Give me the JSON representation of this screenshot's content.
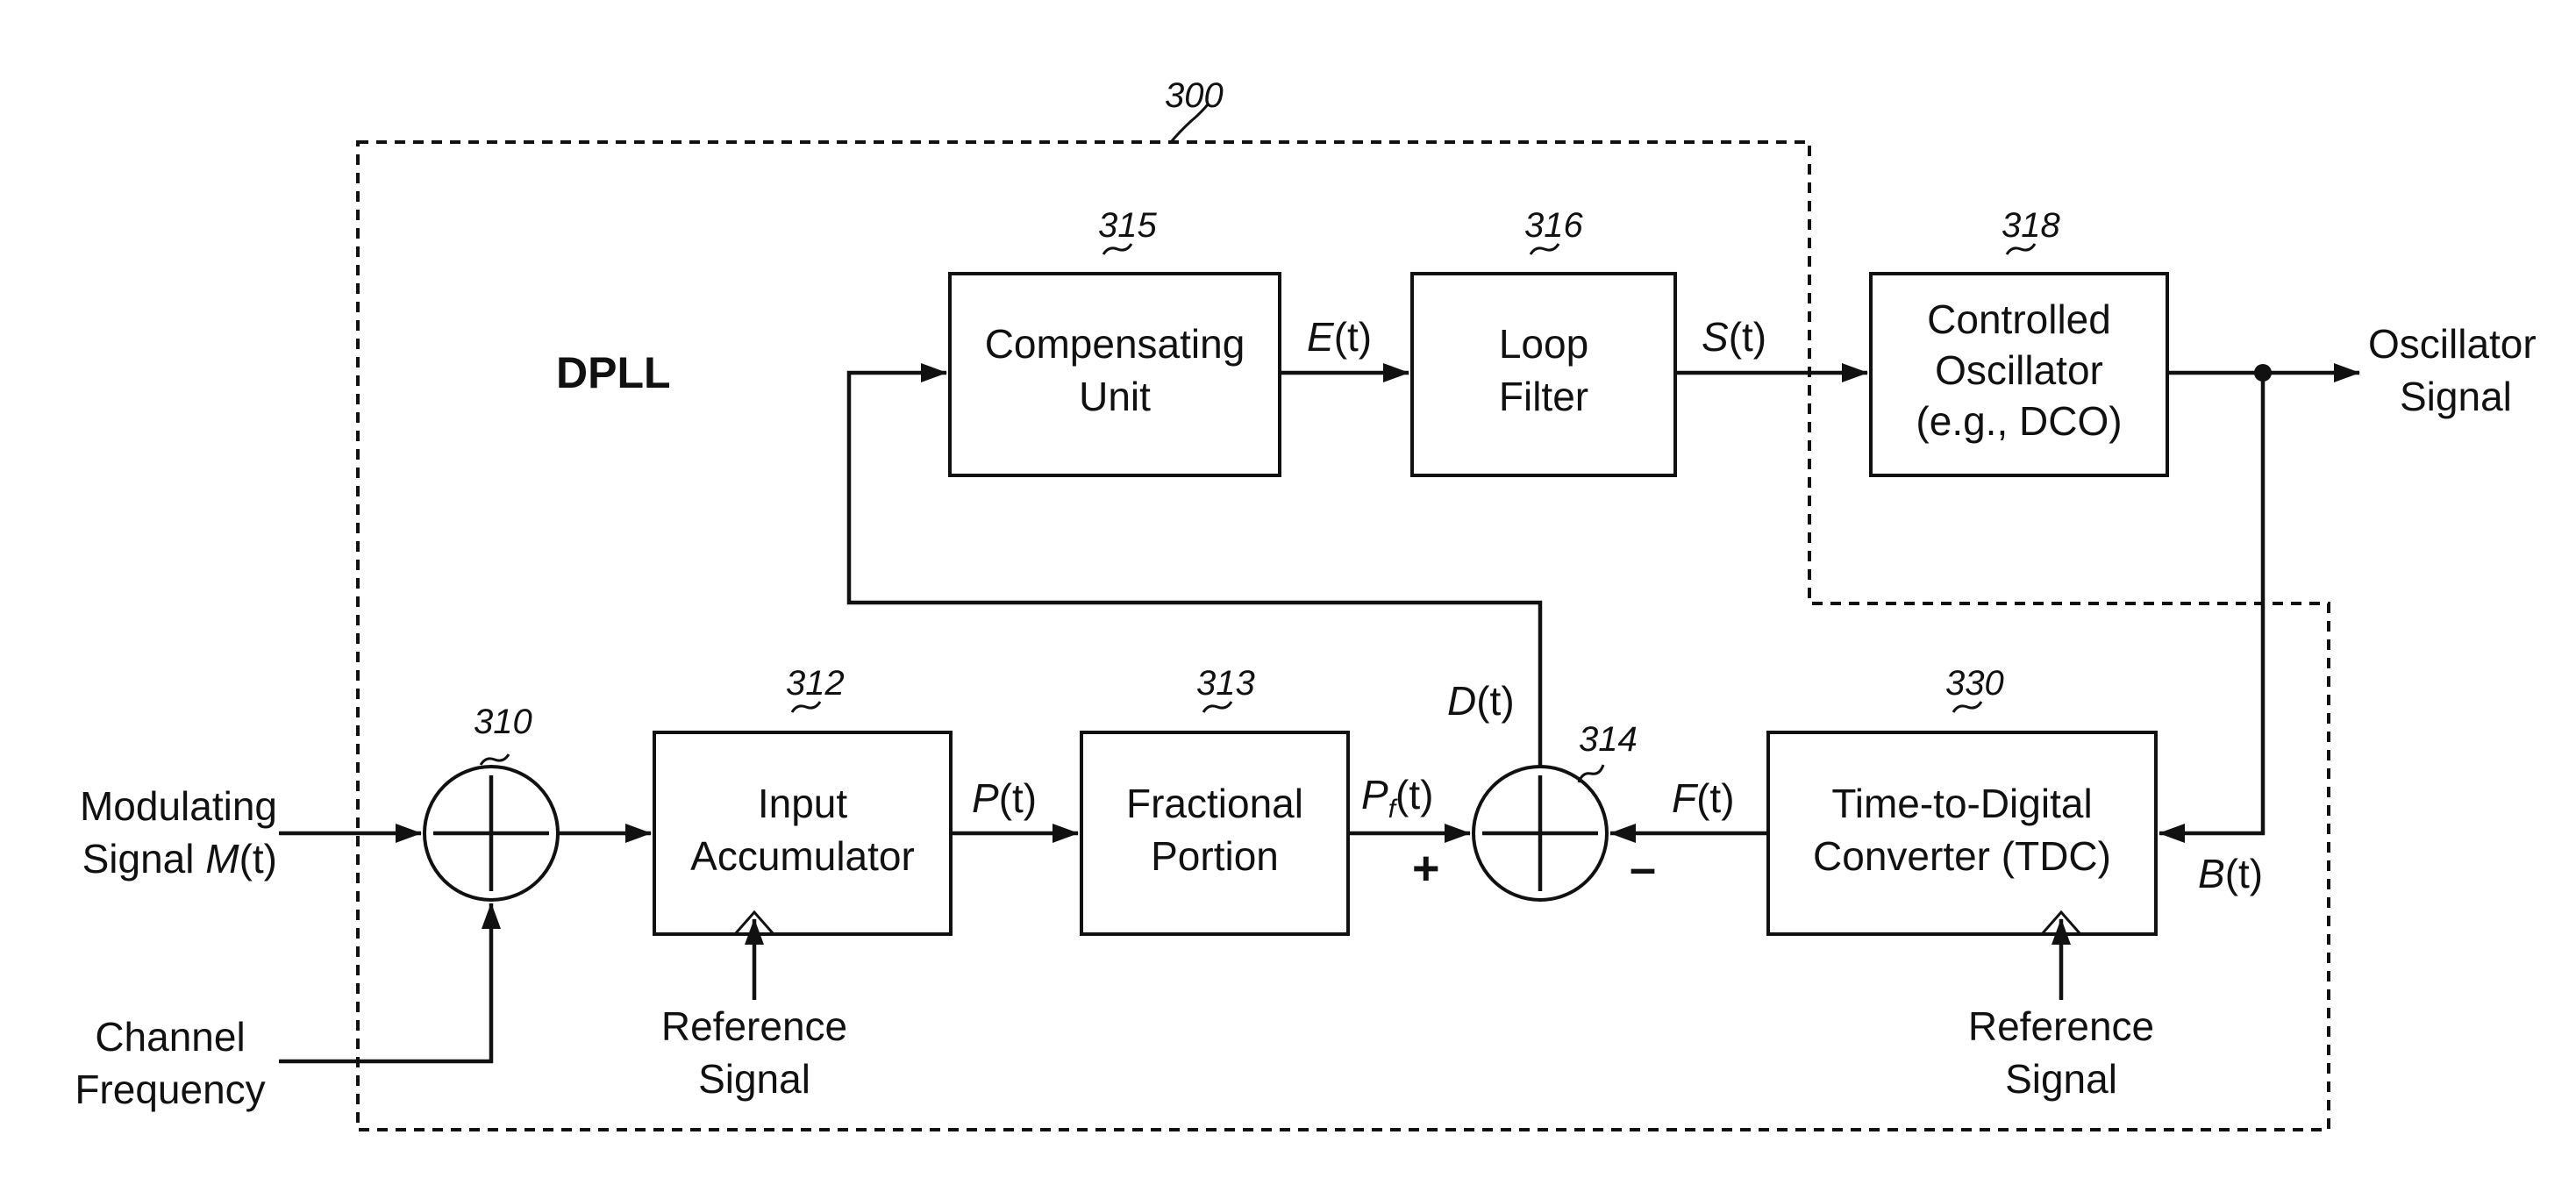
{
  "diagram": {
    "boundary_ref": "300",
    "boundary_title": "DPLL",
    "blocks": {
      "compensating": {
        "ref": "315",
        "lines": [
          "Compensating",
          "Unit"
        ]
      },
      "loop_filter": {
        "ref": "316",
        "lines": [
          "Loop",
          "Filter"
        ]
      },
      "oscillator": {
        "ref": "318",
        "lines": [
          "Controlled",
          "Oscillator",
          "(e.g., DCO)"
        ]
      },
      "input_acc": {
        "ref": "312",
        "lines": [
          "Input",
          "Accumulator"
        ]
      },
      "fractional": {
        "ref": "313",
        "lines": [
          "Fractional",
          "Portion"
        ]
      },
      "tdc": {
        "ref": "330",
        "lines": [
          "Time-to-Digital",
          "Converter (TDC)"
        ]
      }
    },
    "adders": {
      "left": {
        "ref": "310"
      },
      "right": {
        "ref": "314",
        "plus": "+",
        "minus": "–"
      }
    },
    "signals": {
      "e": {
        "name": "E",
        "arg": "(t)"
      },
      "s": {
        "name": "S",
        "arg": "(t)"
      },
      "p": {
        "name": "P",
        "arg": "(t)"
      },
      "pf": {
        "name": "P",
        "sub": "f",
        "arg": "(t)"
      },
      "d": {
        "name": "D",
        "arg": "(t)"
      },
      "f": {
        "name": "F",
        "arg": "(t)"
      },
      "b": {
        "name": "B",
        "arg": "(t)"
      }
    },
    "external": {
      "oscillator_signal": [
        "Oscillator",
        "Signal"
      ],
      "modulating_line1": "Modulating",
      "modulating_line2_prefix": "Signal ",
      "modulating_name": "M",
      "modulating_arg": "(t)",
      "channel": [
        "Channel",
        "Frequency"
      ],
      "reference_left": [
        "Reference",
        "Signal"
      ],
      "reference_right": [
        "Reference",
        "Signal"
      ]
    }
  }
}
